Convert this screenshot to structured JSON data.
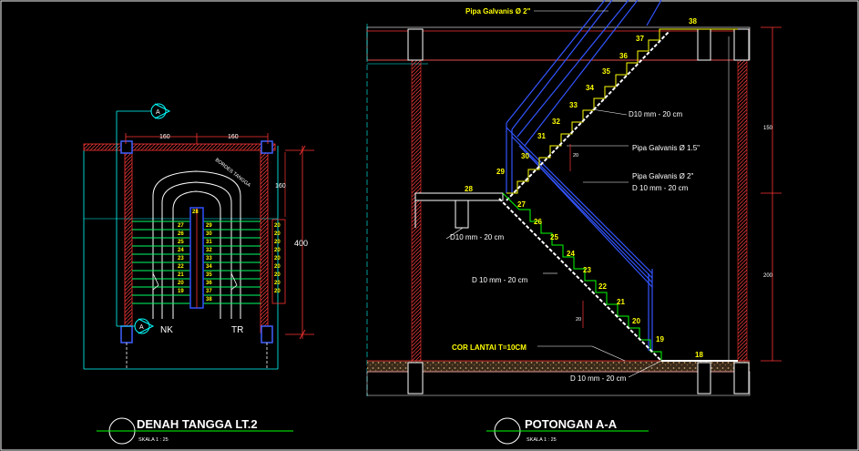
{
  "plan": {
    "title": "DENAH TANGGA LT.2",
    "scale": "SKALA 1 : 25",
    "section_marker": "A",
    "dim_top_left": "160",
    "dim_top_right": "160",
    "dim_side_total": "400",
    "dim_side_landing": "160",
    "dim_tread": "20",
    "landing_label": "BORDES TANGGA",
    "label_up": "NK",
    "label_down": "TR",
    "center_step": "28",
    "left_steps": [
      "27",
      "26",
      "25",
      "24",
      "23",
      "22",
      "21",
      "20",
      "19"
    ],
    "right_steps": [
      "29",
      "30",
      "31",
      "32",
      "33",
      "34",
      "35",
      "36",
      "37",
      "38"
    ]
  },
  "section": {
    "title": "POTONGAN A-A",
    "scale": "SKALA 1 : 25",
    "pipe_top": "Pipa Galvanis Ø 2\"",
    "pipe_mid": "Pipa Galvanis Ø 1.5\"",
    "pipe_low": "Pipa Galvanis Ø 2\"",
    "rebar": "D 10 mm - 20 cm",
    "rebar_a": "D10 mm - 20 cm",
    "rebar_b": "D10 mm - 20 cm",
    "floor_finish": "COR LANTAI T=10CM",
    "dim_upper": "150",
    "dim_lower": "200",
    "dim_riser": "20",
    "upper_steps": [
      "29",
      "30",
      "31",
      "32",
      "33",
      "34",
      "35",
      "36",
      "37",
      "38"
    ],
    "lower_steps": [
      "28",
      "27",
      "26",
      "25",
      "24",
      "23",
      "22",
      "21",
      "20",
      "19",
      "18"
    ]
  }
}
